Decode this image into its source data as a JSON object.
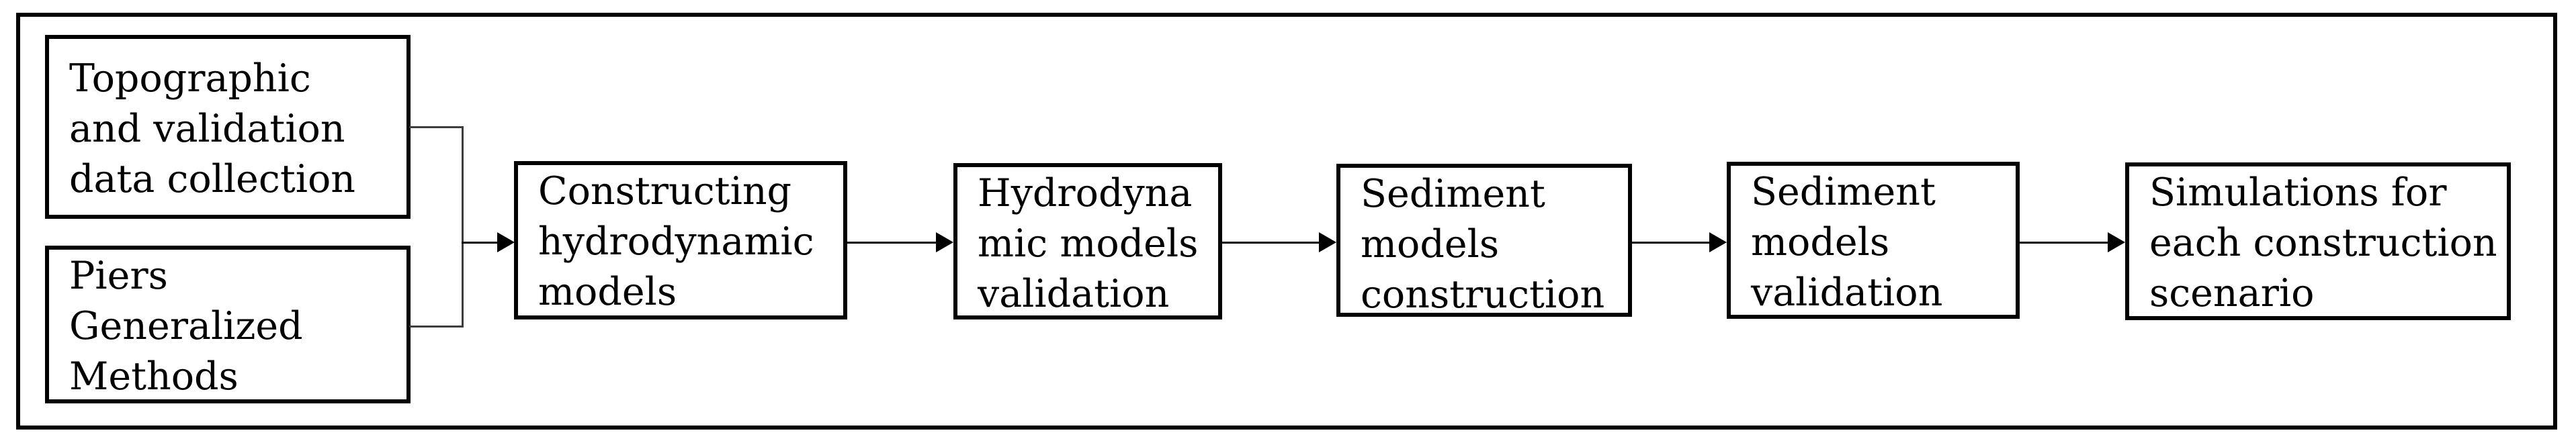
{
  "figure": {
    "type": "flowchart",
    "colors": {
      "background": "#ffffff",
      "border": "#000000",
      "connector": "#3d3d3d",
      "text": "#000000"
    },
    "boxes": [
      {
        "name": "topographic-data-collection",
        "lines": [
          "Topographic",
          "and validation",
          "data collection"
        ]
      },
      {
        "name": "piers-generalized-methods",
        "lines": [
          "Piers",
          "Generalized",
          "Methods"
        ]
      },
      {
        "name": "constructing-hydrodynamic-models",
        "lines": [
          "Constructing",
          "hydrodynamic",
          "models"
        ]
      },
      {
        "name": "hydrodynamic-models-validation",
        "lines": [
          "Hydrodyna",
          "mic models",
          "validation"
        ]
      },
      {
        "name": "sediment-models-construction",
        "lines": [
          "Sediment",
          "models",
          "construction"
        ]
      },
      {
        "name": "sediment-models-validation",
        "lines": [
          "Sediment",
          "models",
          "validation"
        ]
      },
      {
        "name": "simulations-each-scenario",
        "lines": [
          "Simulations for",
          "each construction",
          "scenario"
        ]
      }
    ],
    "connections": [
      {
        "from": "topographic-data-collection",
        "to": "constructing-hydrodynamic-models",
        "style": "bracket-merge"
      },
      {
        "from": "piers-generalized-methods",
        "to": "constructing-hydrodynamic-models",
        "style": "bracket-merge"
      },
      {
        "from": "constructing-hydrodynamic-models",
        "to": "hydrodynamic-models-validation",
        "style": "arrow"
      },
      {
        "from": "hydrodynamic-models-validation",
        "to": "sediment-models-construction",
        "style": "arrow"
      },
      {
        "from": "sediment-models-construction",
        "to": "sediment-models-validation",
        "style": "arrow"
      },
      {
        "from": "sediment-models-validation",
        "to": "simulations-each-scenario",
        "style": "arrow"
      }
    ]
  }
}
